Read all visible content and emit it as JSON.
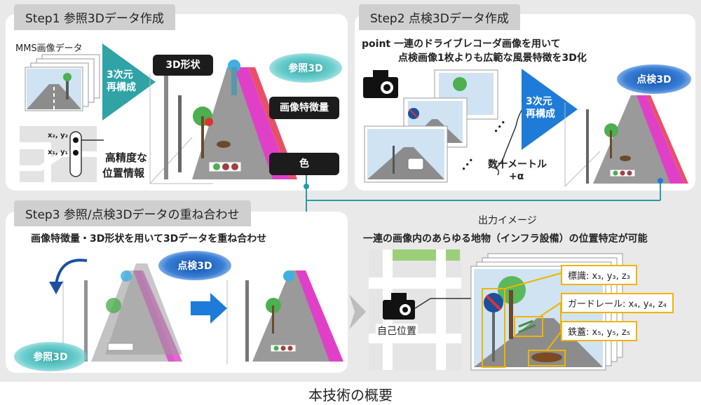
{
  "step1": {
    "tab": "Step1 参照3Dデータ作成",
    "mms_label": "MMS画像データ",
    "arrow_label_1": "3次元",
    "arrow_label_2": "再構成",
    "shape_badge": "3D形状",
    "ref3d_oval": "参照3D",
    "feature_badge": "画像特徴量",
    "color_badge": "色",
    "pos_label_1": "高精度な",
    "pos_label_2": "位置情報",
    "coord_top": "x₂, y₂",
    "coord_bottom": "x₁, y₁"
  },
  "step2": {
    "tab": "Step2 点検3Dデータ作成",
    "point_line_1": "point 一連のドライブレコーダ画像を用いて",
    "point_line_2": "点検画像1枚よりも広範な風景特徴を3D化",
    "arrow_label_1": "3次元",
    "arrow_label_2": "再構成",
    "insp3d_oval": "点検3D",
    "distance_1": "数十メートル",
    "distance_2": "+α",
    "dots": "･･･"
  },
  "step3": {
    "tab": "Step3 参照/点検3Dデータの重ね合わせ",
    "subtitle": "画像特徴量・3D形状を用いて3Dデータを重ね合わせ",
    "insp3d_oval": "点検3D",
    "ref3d_oval": "参照3D"
  },
  "output": {
    "title": "出力イメージ",
    "subtitle": "一連の画像内のあらゆる地物（インフラ設備）の位置特定が可能",
    "self_position": "自己位置",
    "callouts": [
      {
        "label": "標識:",
        "coords": "x₃, y₃, z₃"
      },
      {
        "label": "ガードレール:",
        "coords": "x₄, y₄, z₄"
      },
      {
        "label": "鉄蓋:",
        "coords": "x₅, y₅, z₅"
      }
    ]
  },
  "caption": "本技術の概要",
  "colors": {
    "teal": "#2fa3a6",
    "blue": "#0d4ea8",
    "arrow_blue": "#1e7bd8",
    "callout_yellow": "#f0b400",
    "magenta": "#e040c8",
    "connector": "#2a9aa8"
  }
}
